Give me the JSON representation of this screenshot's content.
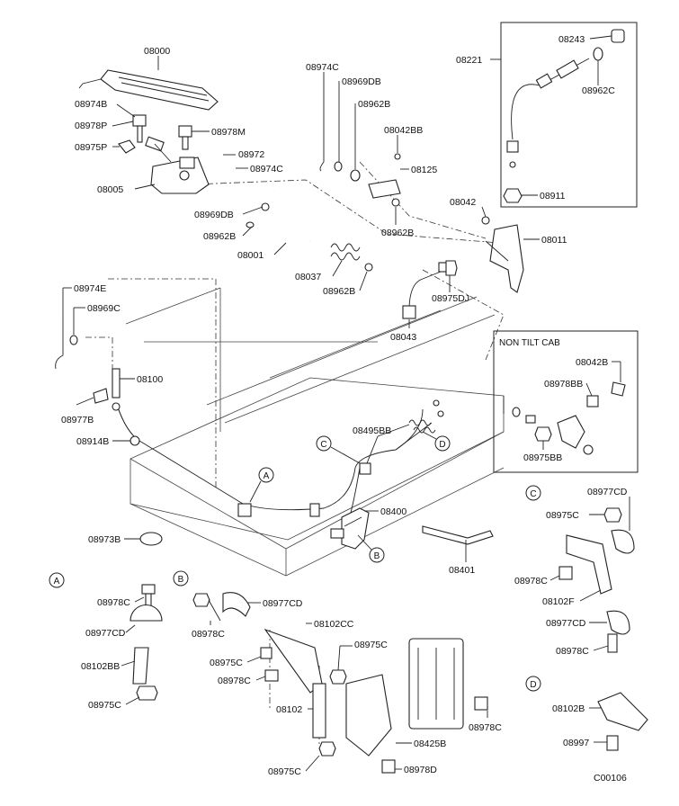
{
  "diagram": {
    "drawing_code": "C00106",
    "box_labels": {
      "non_tilt": "NON TILT CAB"
    },
    "callouts": [
      {
        "id": "c-08000",
        "text": "08000"
      },
      {
        "id": "c-08974B",
        "text": "08974B"
      },
      {
        "id": "c-08978P",
        "text": "08978P"
      },
      {
        "id": "c-08975P",
        "text": "08975P"
      },
      {
        "id": "c-08978M",
        "text": "08978M"
      },
      {
        "id": "c-08005",
        "text": "08005"
      },
      {
        "id": "c-08972",
        "text": "08972"
      },
      {
        "id": "c-08974C-a",
        "text": "08974C"
      },
      {
        "id": "c-08969DB-a",
        "text": "08969DB"
      },
      {
        "id": "c-08962B-a",
        "text": "08962B"
      },
      {
        "id": "c-08001",
        "text": "08001"
      },
      {
        "id": "c-08974C-b",
        "text": "08974C"
      },
      {
        "id": "c-08969DB-b",
        "text": "08969DB"
      },
      {
        "id": "c-08962B-b",
        "text": "08962B"
      },
      {
        "id": "c-08042BB-a",
        "text": "08042BB"
      },
      {
        "id": "c-08125",
        "text": "08125"
      },
      {
        "id": "c-08962B-c",
        "text": "08962B"
      },
      {
        "id": "c-08037",
        "text": "08037"
      },
      {
        "id": "c-08962B-d",
        "text": "08962B"
      },
      {
        "id": "c-08221",
        "text": "08221"
      },
      {
        "id": "c-08243",
        "text": "08243"
      },
      {
        "id": "c-08962C",
        "text": "08962C"
      },
      {
        "id": "c-08911",
        "text": "08911"
      },
      {
        "id": "c-08042",
        "text": "08042"
      },
      {
        "id": "c-08011",
        "text": "08011"
      },
      {
        "id": "c-08975DJ",
        "text": "08975DJ"
      },
      {
        "id": "c-08043",
        "text": "08043"
      },
      {
        "id": "c-08974E",
        "text": "08974E"
      },
      {
        "id": "c-08969C",
        "text": "08969C"
      },
      {
        "id": "c-08100",
        "text": "08100"
      },
      {
        "id": "c-08977B",
        "text": "08977B"
      },
      {
        "id": "c-08914B",
        "text": "08914B"
      },
      {
        "id": "c-08495BB",
        "text": "08495BB"
      },
      {
        "id": "c-08400",
        "text": "08400"
      },
      {
        "id": "c-08973B",
        "text": "08973B"
      },
      {
        "id": "c-08401",
        "text": "08401"
      },
      {
        "id": "c-08042B",
        "text": "08042B"
      },
      {
        "id": "c-08978BB",
        "text": "08978BB"
      },
      {
        "id": "c-08975BB",
        "text": "08975BB"
      },
      {
        "id": "c-08977CD-a",
        "text": "08977CD"
      },
      {
        "id": "c-08975C-a",
        "text": "08975C"
      },
      {
        "id": "c-08978C-a",
        "text": "08978C"
      },
      {
        "id": "c-08102F",
        "text": "08102F"
      },
      {
        "id": "c-08977CD-b",
        "text": "08977CD"
      },
      {
        "id": "c-08978C-b",
        "text": "08978C"
      },
      {
        "id": "c-08978C-c",
        "text": "08978C"
      },
      {
        "id": "c-08977CD-c",
        "text": "08977CD"
      },
      {
        "id": "c-08102BB",
        "text": "08102BB"
      },
      {
        "id": "c-08975C-b",
        "text": "08975C"
      },
      {
        "id": "c-08977CD-d",
        "text": "08977CD"
      },
      {
        "id": "c-08978C-d",
        "text": "08978C"
      },
      {
        "id": "c-08102CC",
        "text": "08102CC"
      },
      {
        "id": "c-08975C-c",
        "text": "08975C"
      },
      {
        "id": "c-08975C-d",
        "text": "08975C"
      },
      {
        "id": "c-08978C-e",
        "text": "08978C"
      },
      {
        "id": "c-08102",
        "text": "08102"
      },
      {
        "id": "c-08978C-f",
        "text": "08978C"
      },
      {
        "id": "c-08425B",
        "text": "08425B"
      },
      {
        "id": "c-08975C-e",
        "text": "08975C"
      },
      {
        "id": "c-08978D",
        "text": "08978D"
      },
      {
        "id": "c-08102B",
        "text": "08102B"
      },
      {
        "id": "c-08997",
        "text": "08997"
      }
    ],
    "markers": [
      {
        "id": "m-A-main",
        "text": "A"
      },
      {
        "id": "m-B-main",
        "text": "B"
      },
      {
        "id": "m-C-main",
        "text": "C"
      },
      {
        "id": "m-D-main",
        "text": "D"
      },
      {
        "id": "m-A-det",
        "text": "A"
      },
      {
        "id": "m-B-det",
        "text": "B"
      },
      {
        "id": "m-C-det",
        "text": "C"
      },
      {
        "id": "m-D-det",
        "text": "D"
      }
    ]
  }
}
